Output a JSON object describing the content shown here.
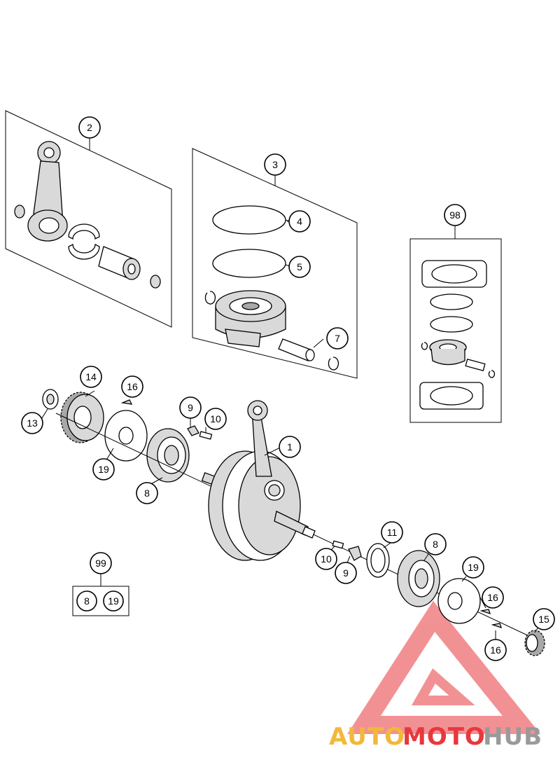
{
  "callouts": {
    "c1": "1",
    "c2": "2",
    "c3": "3",
    "c4": "4",
    "c5": "5",
    "c7": "7",
    "c8a": "8",
    "c8b": "8",
    "c9a": "9",
    "c9b": "9",
    "c10a": "10",
    "c10b": "10",
    "c11": "11",
    "c13": "13",
    "c14": "14",
    "c15": "15",
    "c16a": "16",
    "c16b": "16",
    "c16c": "16",
    "c19a": "19",
    "c19b": "19",
    "c98": "98",
    "c99": "99",
    "kit99_item1": "8",
    "kit99_item2": "19"
  },
  "watermark": {
    "part1": "AUTO",
    "part2": "MOTO",
    "part3": "HUB",
    "color_red": "#e8383d",
    "color_yellow": "#f2b83a",
    "color_gray": "#9a9a9a"
  }
}
